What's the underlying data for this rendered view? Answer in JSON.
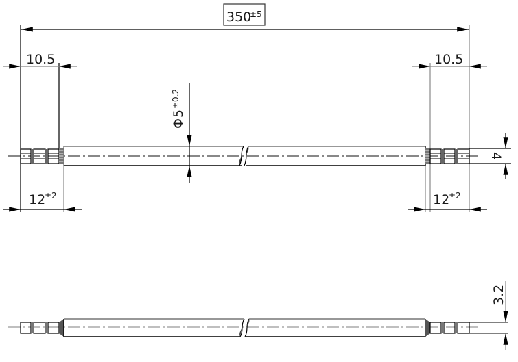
{
  "drawing": {
    "overall_length": {
      "value": "350",
      "tolerance": "±5",
      "boxed": true
    },
    "top_view": {
      "left_strip_length": {
        "value": "10.5"
      },
      "right_strip_length": {
        "value": "10.5"
      },
      "left_terminal_length": {
        "value": "12",
        "tolerance": "±2"
      },
      "right_terminal_length": {
        "value": "12",
        "tolerance": "±2"
      },
      "cable_diameter": {
        "symbol": "Φ",
        "value": "5",
        "tolerance": "±0.2"
      },
      "terminal_width": {
        "value": "4"
      }
    },
    "side_view": {
      "terminal_thickness": {
        "value": "3.2"
      }
    },
    "colors": {
      "line": "#000000",
      "secondary_line": "#888888",
      "background": "#ffffff"
    }
  }
}
